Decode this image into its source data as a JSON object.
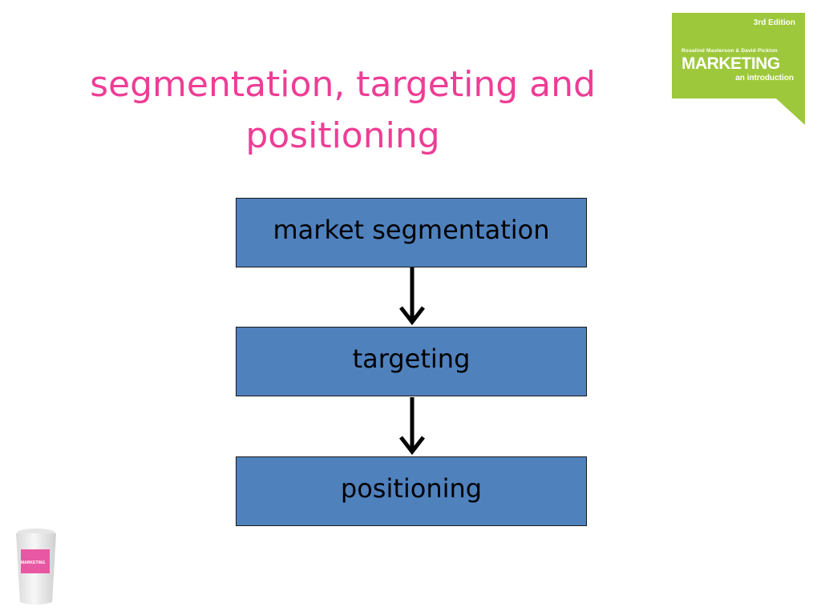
{
  "slide": {
    "title_lines": [
      "segmentation, targeting and",
      "positioning"
    ]
  },
  "book": {
    "edition": "3rd Edition",
    "authors": "Rosalind Masterson & David Pickton",
    "title": "MARKETING",
    "subtitle": "an introduction"
  },
  "flow": {
    "steps": [
      "market segmentation",
      "targeting",
      "positioning"
    ]
  },
  "cup": {
    "label": "MARKETING"
  },
  "colors": {
    "title": "#ee3d95",
    "box_fill": "#4f81bd",
    "book_green": "#9dc83b",
    "cup_pink": "#e8479b"
  }
}
